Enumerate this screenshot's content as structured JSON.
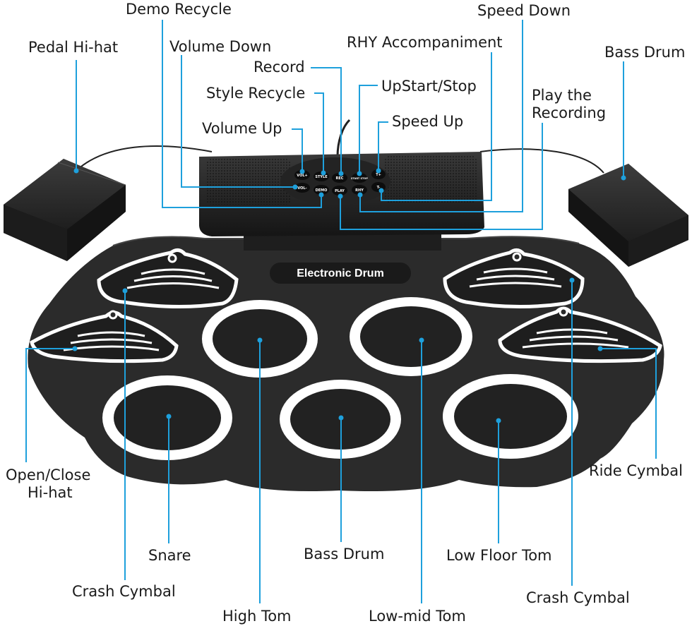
{
  "product": {
    "brand_label": "Electronic Drum",
    "buttons": {
      "vol_up": "VOL+",
      "vol_down": "VOL-",
      "style": "STYLE",
      "demo": "DEMO",
      "rec": "REC",
      "play": "PLAY",
      "start_stop": "START STOP",
      "rhy": "RHY",
      "speed_up": "T+",
      "speed_down": "T-"
    }
  },
  "labels": {
    "demo_recycle": "Demo Recycle",
    "speed_down": "Speed Down",
    "pedal_hihat": "Pedal Hi-hat",
    "volume_down": "Volume Down",
    "rhy_accompaniment": "RHY Accompaniment",
    "bass_drum_pedal": "Bass Drum",
    "record": "Record",
    "style_recycle": "Style Recycle",
    "upstart_stop": "UpStart/Stop",
    "play_the": "Play the",
    "recording": "Recording",
    "speed_up": "Speed Up",
    "volume_up": "Volume Up",
    "open_close": "Open/Close",
    "hihat": "Hi-hat",
    "ride_cymbal": "Ride Cymbal",
    "snare": "Snare",
    "bass_drum_pad": "Bass Drum",
    "low_floor_tom": "Low Floor Tom",
    "crash_cymbal_left": "Crash Cymbal",
    "crash_cymbal_right": "Crash Cymbal",
    "high_tom": "High Tom",
    "low_mid_tom": "Low-mid Tom"
  },
  "colors": {
    "leader_line": "#1ea0dc",
    "pad_body": "#2b2b2b",
    "pad_ring": "#ffffff"
  }
}
